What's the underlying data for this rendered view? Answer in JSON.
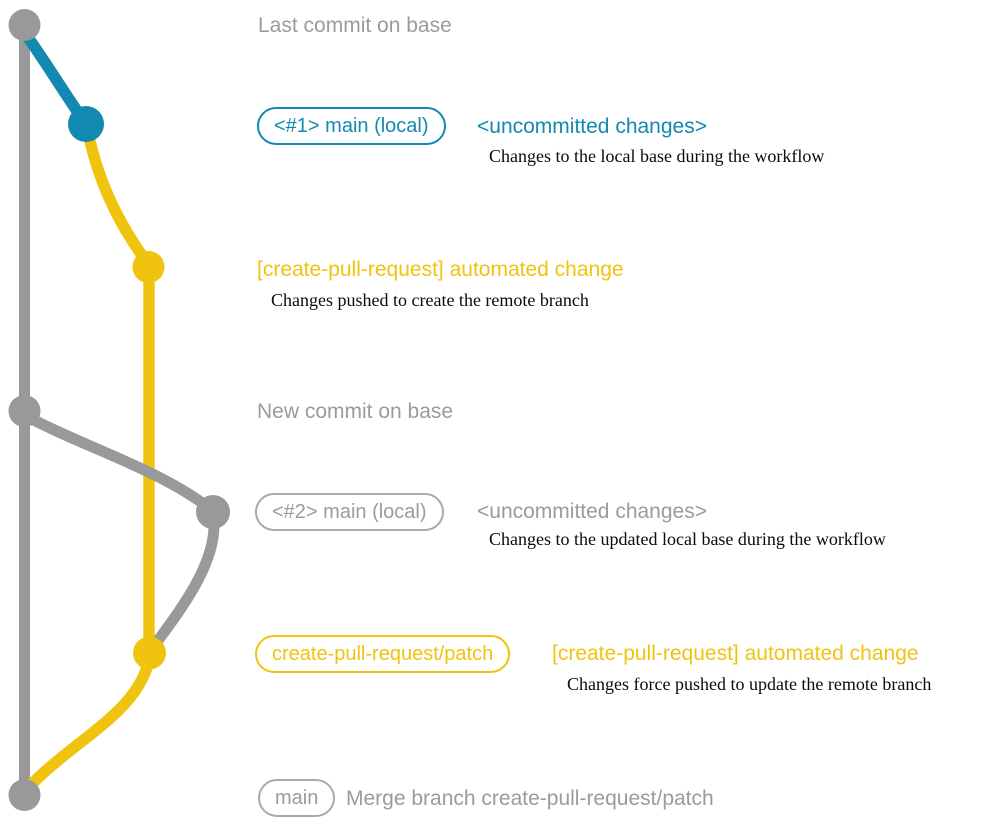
{
  "colors": {
    "graph_gray": "#999999",
    "text_gray": "#9b9b9b",
    "blue": "#1289b1",
    "yellow": "#f0c30f",
    "ink": "#0b0b0b"
  },
  "graph": {
    "branches": [
      "base",
      "main (local)",
      "create-pull-request/patch"
    ],
    "commit_count": 7
  },
  "rows": {
    "last_commit": {
      "title": "Last commit on base"
    },
    "local1": {
      "badge": "<#1> main (local)",
      "status": "<uncommitted changes>",
      "note": "Changes to the local base during the workflow"
    },
    "push1": {
      "heading": "[create-pull-request] automated change",
      "note": "Changes pushed to create the remote branch"
    },
    "new_commit": {
      "title": "New commit on base"
    },
    "local2": {
      "badge": "<#2> main (local)",
      "status": "<uncommitted changes>",
      "note": "Changes to the updated local base during the workflow"
    },
    "push2": {
      "badge": "create-pull-request/patch",
      "heading": "[create-pull-request] automated change",
      "note": "Changes force pushed to update the remote branch"
    },
    "merge": {
      "badge": "main",
      "title": "Merge branch create-pull-request/patch"
    }
  }
}
